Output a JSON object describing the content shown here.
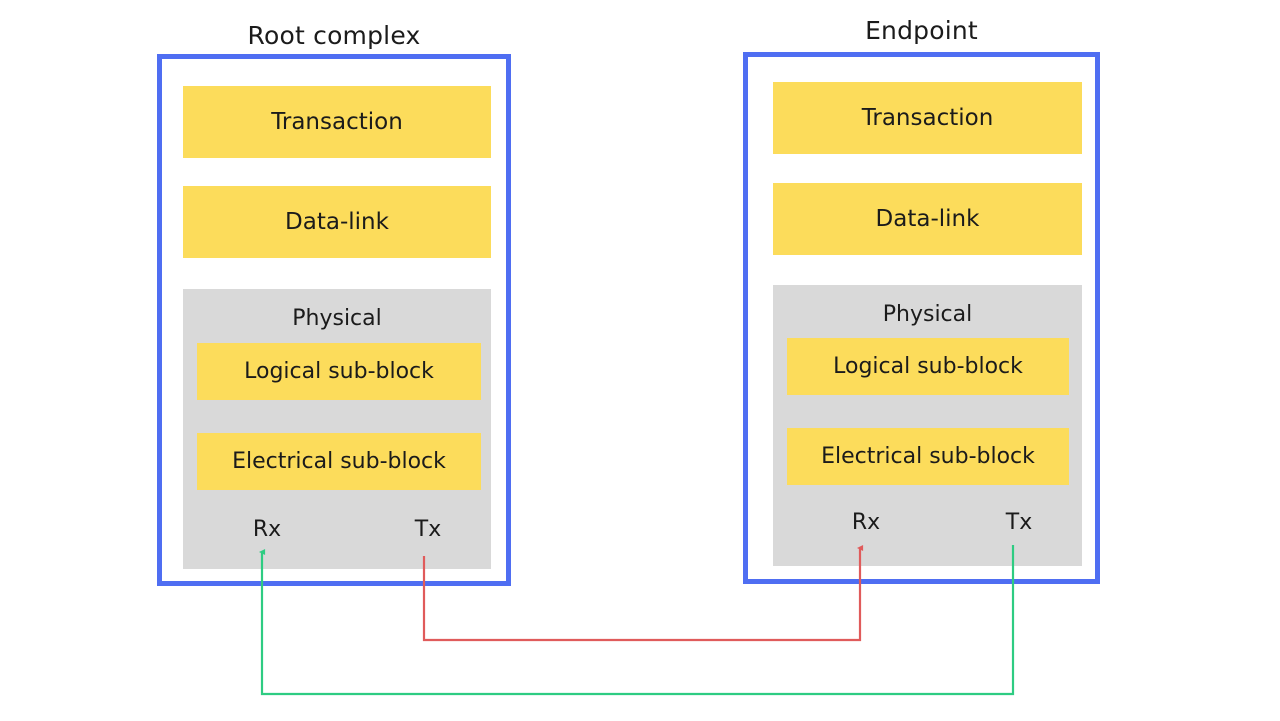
{
  "diagram": {
    "title_hidden": "PCI Express layering and link between Root complex and Endpoint",
    "background": "#ffffff",
    "colors": {
      "device_border": "#4f6ef2",
      "layer_fill": "#fcdc5b",
      "physical_fill": "#d9d9d9",
      "text": "#1b1b1b",
      "rx_link_green": "#2ecc82",
      "tx_link_red": "#e05b5b"
    }
  },
  "devices": [
    {
      "id": "root-complex",
      "title": "Root complex",
      "layers": [
        {
          "id": "transaction",
          "label": "Transaction"
        },
        {
          "id": "data-link",
          "label": "Data-link"
        }
      ],
      "physical": {
        "label": "Physical",
        "subblocks": [
          {
            "id": "logical-sub-block",
            "label": "Logical sub-block"
          },
          {
            "id": "electrical-sub-block",
            "label": "Electrical sub-block"
          }
        ],
        "ports": [
          {
            "id": "rx",
            "label": "Rx",
            "direction": "in",
            "color": "#2ecc82"
          },
          {
            "id": "tx",
            "label": "Tx",
            "direction": "out",
            "color": "#e05b5b"
          }
        ]
      }
    },
    {
      "id": "endpoint",
      "title": "Endpoint",
      "layers": [
        {
          "id": "transaction",
          "label": "Transaction"
        },
        {
          "id": "data-link",
          "label": "Data-link"
        }
      ],
      "physical": {
        "label": "Physical",
        "subblocks": [
          {
            "id": "logical-sub-block",
            "label": "Logical sub-block"
          },
          {
            "id": "electrical-sub-block",
            "label": "Electrical sub-block"
          }
        ],
        "ports": [
          {
            "id": "rx",
            "label": "Rx",
            "direction": "in",
            "color": "#e05b5b"
          },
          {
            "id": "tx",
            "label": "Tx",
            "direction": "out",
            "color": "#2ecc82"
          }
        ]
      }
    }
  ],
  "links": [
    {
      "id": "root-tx-to-endpoint-rx",
      "from": "root-complex.tx",
      "to": "endpoint.rx",
      "color": "#e05b5b"
    },
    {
      "id": "endpoint-tx-to-root-rx",
      "from": "endpoint.tx",
      "to": "root-complex.rx",
      "color": "#2ecc82"
    }
  ]
}
